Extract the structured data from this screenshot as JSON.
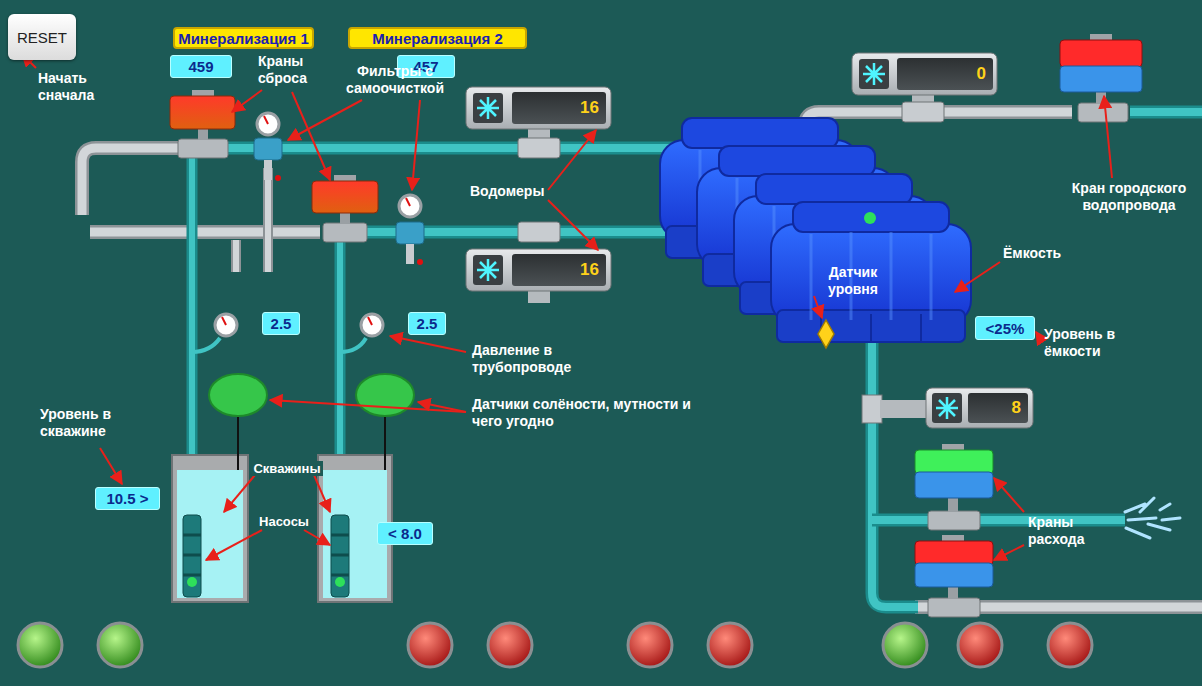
{
  "diagram": {
    "nodes": [
      {
        "text": [
          "RESET"
        ]
      },
      {
        "text": [
          "Минерализация 1"
        ]
      },
      {
        "text": [
          "Минерализация 2"
        ]
      },
      {
        "text": [
          "459"
        ]
      },
      {
        "text": [
          "457"
        ]
      },
      {
        "text": [
          "0"
        ]
      },
      {
        "text": [
          "16"
        ]
      },
      {
        "text": [
          "16"
        ]
      },
      {
        "text": [
          "2.5"
        ]
      },
      {
        "text": [
          "2.5"
        ]
      },
      {
        "text": [
          "<25%"
        ]
      },
      {
        "text": [
          "8"
        ]
      },
      {
        "text": [
          "10.5 >"
        ]
      },
      {
        "text": [
          "< 8.0"
        ]
      }
    ],
    "labels": [
      "Начать сначала",
      "Краны сброса",
      "Фильтры с самоочисткой",
      "Водомеры",
      "Ёмкость",
      "Датчик уровня",
      "Кран городского водопровода",
      "Уровень в ёмкости",
      "Давление в трубопроводе",
      "Датчики солёности, мутности и чего угодно",
      "Уровень в скважине",
      "Скважины",
      "Насосы",
      "Краны расхода"
    ]
  }
}
